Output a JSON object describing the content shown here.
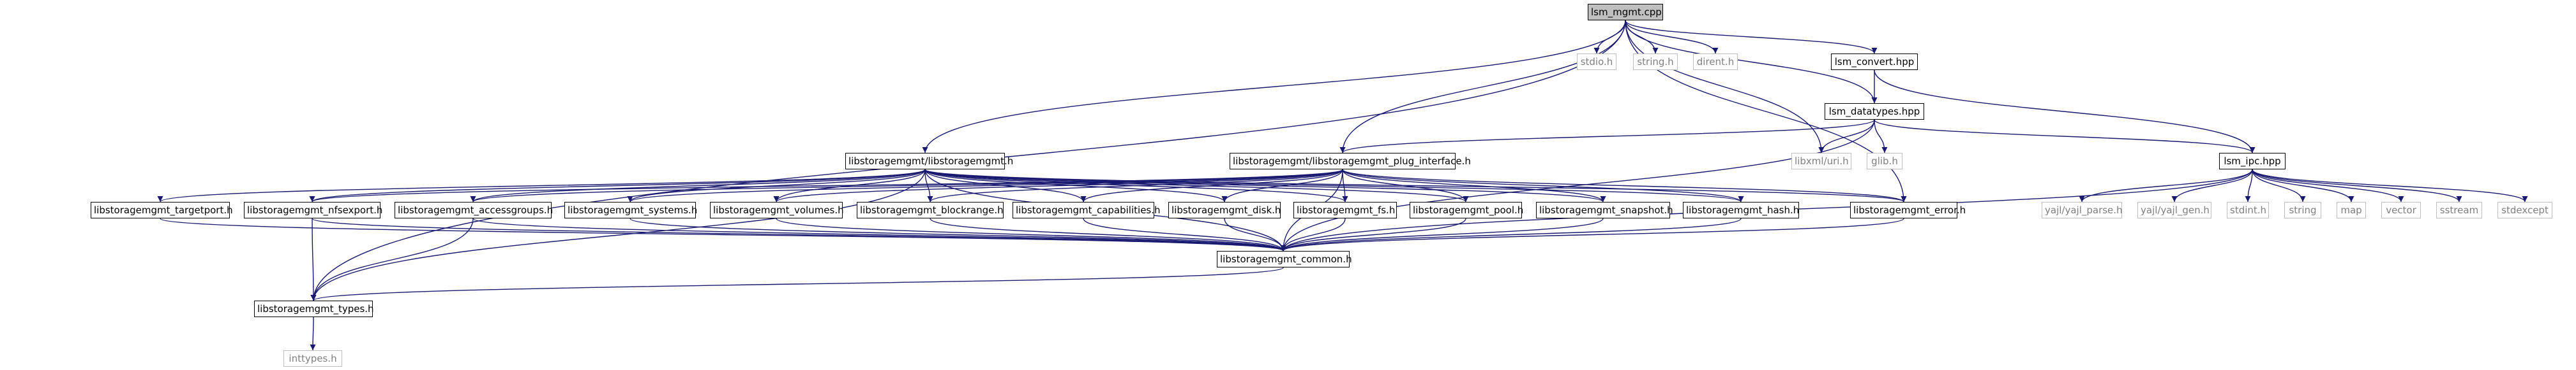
{
  "colors": {
    "edge": "#191970",
    "root_fill": "#bfbfbf",
    "external_border": "#bfbfbf",
    "external_text": "#7f7f7f"
  },
  "nodes": {
    "root": "lsm_mgmt.cpp",
    "stdio": "stdio.h",
    "string_h": "string.h",
    "dirent": "dirent.h",
    "lsm_convert": "lsm_convert.hpp",
    "lsm_datatypes": "lsm_datatypes.hpp",
    "libstoragemgmt": "libstoragemgmt/libstoragemgmt.h",
    "plug_interface": "libstoragemgmt/libstoragemgmt_plug_interface.h",
    "libxml_uri": "libxml/uri.h",
    "glib": "glib.h",
    "lsm_ipc": "lsm_ipc.hpp",
    "targetport": "libstoragemgmt_targetport.h",
    "nfsexport": "libstoragemgmt_nfsexport.h",
    "accessgroups": "libstoragemgmt_accessgroups.h",
    "systems": "libstoragemgmt_systems.h",
    "volumes": "libstoragemgmt_volumes.h",
    "blockrange": "libstoragemgmt_blockrange.h",
    "capabilities": "libstoragemgmt_capabilities.h",
    "disk": "libstoragemgmt_disk.h",
    "fs": "libstoragemgmt_fs.h",
    "pool": "libstoragemgmt_pool.h",
    "snapshot": "libstoragemgmt_snapshot.h",
    "hash": "libstoragemgmt_hash.h",
    "error": "libstoragemgmt_error.h",
    "yajl_parse": "yajl/yajl_parse.h",
    "yajl_gen": "yajl/yajl_gen.h",
    "stdint": "stdint.h",
    "string": "string",
    "map": "map",
    "vector": "vector",
    "sstream": "sstream",
    "stdexcept": "stdexcept",
    "common": "libstoragemgmt_common.h",
    "types": "libstoragemgmt_types.h",
    "inttypes": "inttypes.h"
  }
}
